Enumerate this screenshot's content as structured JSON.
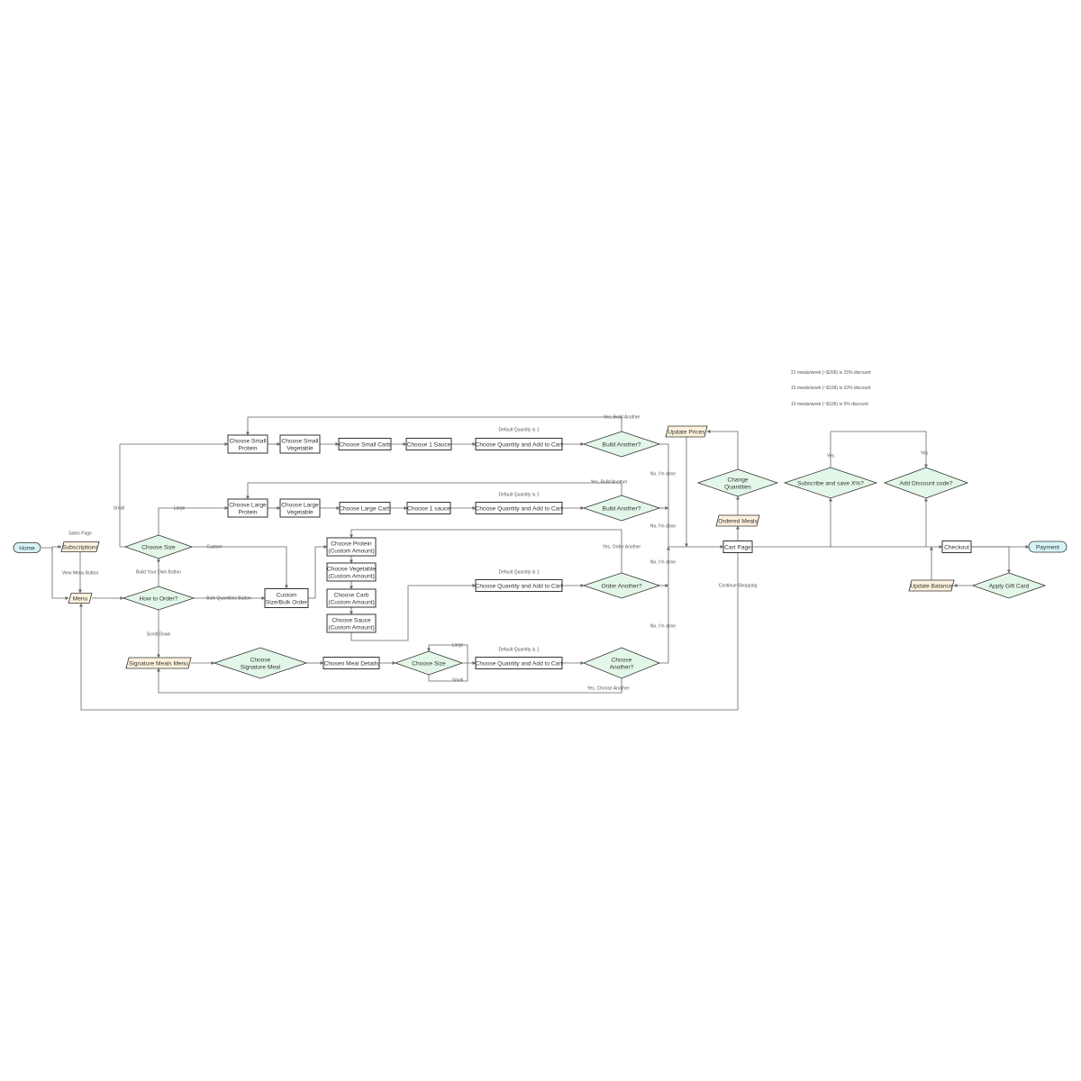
{
  "colors": {
    "background": "#ffffff",
    "process_fill": "#ffffff",
    "decision_fill": "#e3f7e8",
    "terminal_fill": "#d6f4f7",
    "data_fill": "#fdf2dd",
    "stroke": "#333333",
    "edge": "#666666"
  },
  "notes": {
    "discount_21": "21 meals/week (~$206) is 15% discount",
    "discount_15": "15 meals/week (~$158) is 10% discount",
    "discount_10": "10 meals/week (~$106) is 5% discount"
  },
  "nodes": {
    "home": "Home",
    "subscriptions": "Subscriptions",
    "menu": "Menu",
    "how_to_order": "How to Order?",
    "choose_size": "Choose Size",
    "choose_small_protein": "Choose Small\nProtein",
    "choose_small_vegetable": "Choose Small\nVegetable",
    "choose_small_carb": "Choose Small Carb",
    "choose_1_sauce_small": "Choose 1 Sauce",
    "qty_cart_small": "Choose Quantity and Add to Cart",
    "build_another_small": "Build Another?",
    "choose_large_protein": "Choose Large\nProtein",
    "choose_large_vegetable": "Choose Large\nVegetable",
    "choose_large_carb": "Choose Large Carb",
    "choose_1_sauce_large": "Choose 1 sauce",
    "qty_cart_large": "Choose Quantity and Add to Cart",
    "build_another_large": "Build Another?",
    "custom_bulk_order": "Custom\nSize/Bulk Order",
    "choose_protein_custom": "Choose Protein\n(Custom Amount)",
    "choose_vegetable_custom": "Choose Vegetable\n(Custom Amount)",
    "choose_carb_custom": "Choose Carb\n(Custom Amount)",
    "choose_sauce_custom": "Choose Sauce\n(Custom Amount)",
    "qty_cart_custom": "Choose Quantity and Add to Cart",
    "order_another": "Order Another?",
    "signature_meals_menu": "Signature Meals Menu",
    "choose_signature_meal": "Choose\nSignature Meal",
    "chosen_meal_details": "Chosen Meal Details",
    "choose_size_signature": "Choose Size",
    "qty_cart_signature": "Choose Quantity and Add to Cart",
    "choose_another": "Choose\nAnother?",
    "cart_page": "Cart Page",
    "update_prices": "Update Prices",
    "change_quantities": "Change\nQuantities",
    "ordered_meals": "Ordered Meals",
    "subscribe_save": "Subscribe and save X%?",
    "add_discount_code": "Add Discount code?",
    "checkout": "Checkout",
    "payment": "Payment",
    "apply_gift_card": "Apply Gift Card",
    "update_balance": "Update Balance"
  },
  "edge_labels": {
    "sales_page": "Sales Page",
    "view_menu_button": "View Menu Button",
    "build_your_own_button": "Build Your Own Button",
    "bulk_quantities_button": "Bulk Quantities Button",
    "scroll_down": "Scroll Down",
    "small": "Small",
    "large": "Large",
    "custom": "Custom",
    "default_qty_small": "Default Quantity is 1",
    "default_qty_large": "Default Quantity is 1",
    "default_qty_custom": "Default Quantity is 1",
    "default_qty_signature": "Default Quantity is 1",
    "yes_build_another_small": "Yes, Build Another",
    "yes_build_another_large": "Yes, Build Another",
    "yes_order_another": "Yes, Order Another",
    "yes_choose_another": "Yes, Choose Another",
    "no_done_1": "No, I'm done",
    "no_done_2": "No, I'm done",
    "no_done_3": "No, I'm done",
    "no_done_4": "No, I'm done",
    "sig_large": "Large",
    "sig_small": "Small",
    "continue_shopping": "Continue Shopping",
    "yes_subscribe": "Yes",
    "yes_discount": "Yes"
  }
}
